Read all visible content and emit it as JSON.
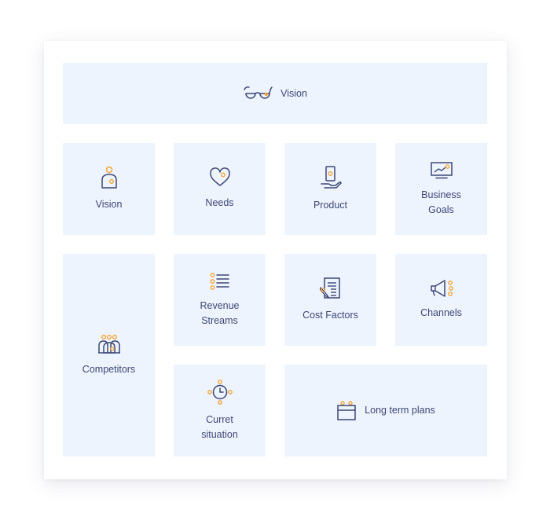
{
  "header": {
    "label": "Vision",
    "icon": "glasses-icon"
  },
  "tiles": [
    {
      "label": "Vision",
      "icon": "person-icon"
    },
    {
      "label": "Needs",
      "icon": "heart-icon"
    },
    {
      "label": "Product",
      "icon": "hand-holding-phone-icon"
    },
    {
      "label": "Business\nGoals",
      "icon": "chart-presentation-icon"
    },
    {
      "label": "Competitors",
      "icon": "group-people-icon"
    },
    {
      "label": "Revenue\nStreams",
      "icon": "list-icon"
    },
    {
      "label": "Cost Factors",
      "icon": "invoice-icon"
    },
    {
      "label": "Channels",
      "icon": "megaphone-icon"
    },
    {
      "label": "Curret\nsituation",
      "icon": "clock-icon"
    },
    {
      "label": "Long term plans",
      "icon": "calendar-icon"
    }
  ],
  "colors": {
    "tile_bg": "#eef4fe",
    "navy": "#3d4775",
    "accent": "#f3a531"
  }
}
